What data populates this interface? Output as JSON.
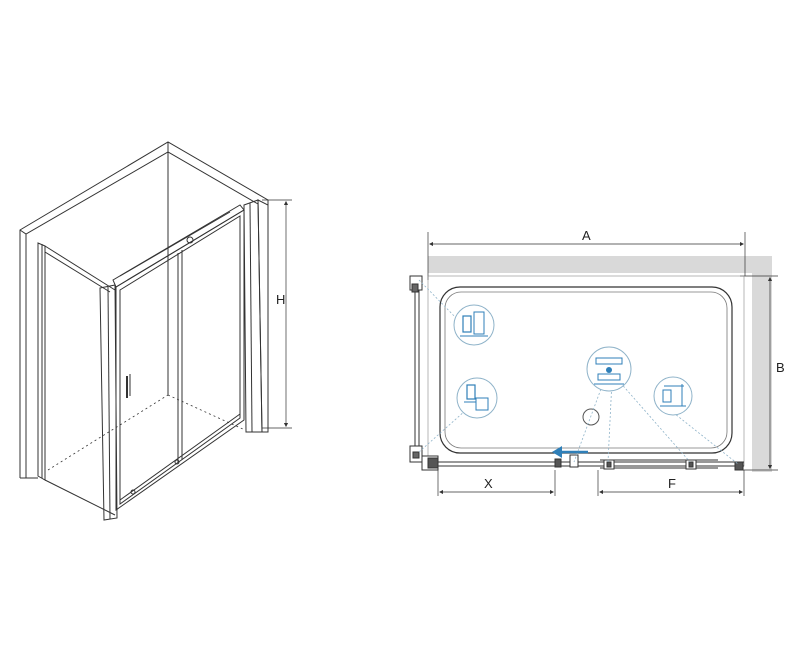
{
  "diagram": {
    "labels": {
      "height": "H",
      "width": "A",
      "depth": "B",
      "opening": "X",
      "fixed_panel": "F"
    },
    "colors": {
      "line": "#333333",
      "wall": "#d9d9d9",
      "accent": "#2f7fb8",
      "detail": "#8fb3c9"
    }
  }
}
